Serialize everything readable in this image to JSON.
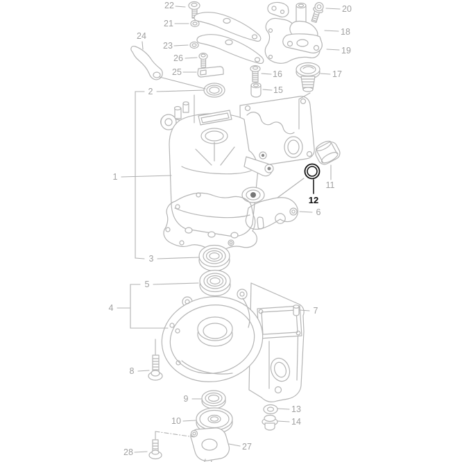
{
  "diagram": {
    "type": "exploded-parts-diagram",
    "subject": "engine crankcase and cylinder head assembly",
    "background": "#ffffff",
    "line_color": "#b4b4b4",
    "label_color": "#a0a0a0",
    "highlight_color": "#0a0a0a",
    "highlighted_callout": "12"
  },
  "parts": {
    "p1": {
      "label": "1"
    },
    "p2": {
      "label": "2"
    },
    "p3": {
      "label": "3"
    },
    "p4": {
      "label": "4"
    },
    "p5": {
      "label": "5"
    },
    "p6": {
      "label": "6"
    },
    "p7": {
      "label": "7"
    },
    "p8": {
      "label": "8"
    },
    "p9": {
      "label": "9"
    },
    "p10": {
      "label": "10"
    },
    "p11": {
      "label": "11"
    },
    "p12": {
      "label": "12"
    },
    "p13": {
      "label": "13"
    },
    "p14": {
      "label": "14"
    },
    "p15": {
      "label": "15"
    },
    "p16": {
      "label": "16"
    },
    "p17": {
      "label": "17"
    },
    "p18": {
      "label": "18"
    },
    "p19": {
      "label": "19"
    },
    "p20": {
      "label": "20"
    },
    "p21": {
      "label": "21"
    },
    "p22": {
      "label": "22"
    },
    "p23": {
      "label": "23"
    },
    "p24": {
      "label": "24"
    },
    "p25": {
      "label": "25"
    },
    "p26": {
      "label": "26"
    },
    "p27": {
      "label": "27"
    },
    "p28": {
      "label": "28"
    }
  }
}
